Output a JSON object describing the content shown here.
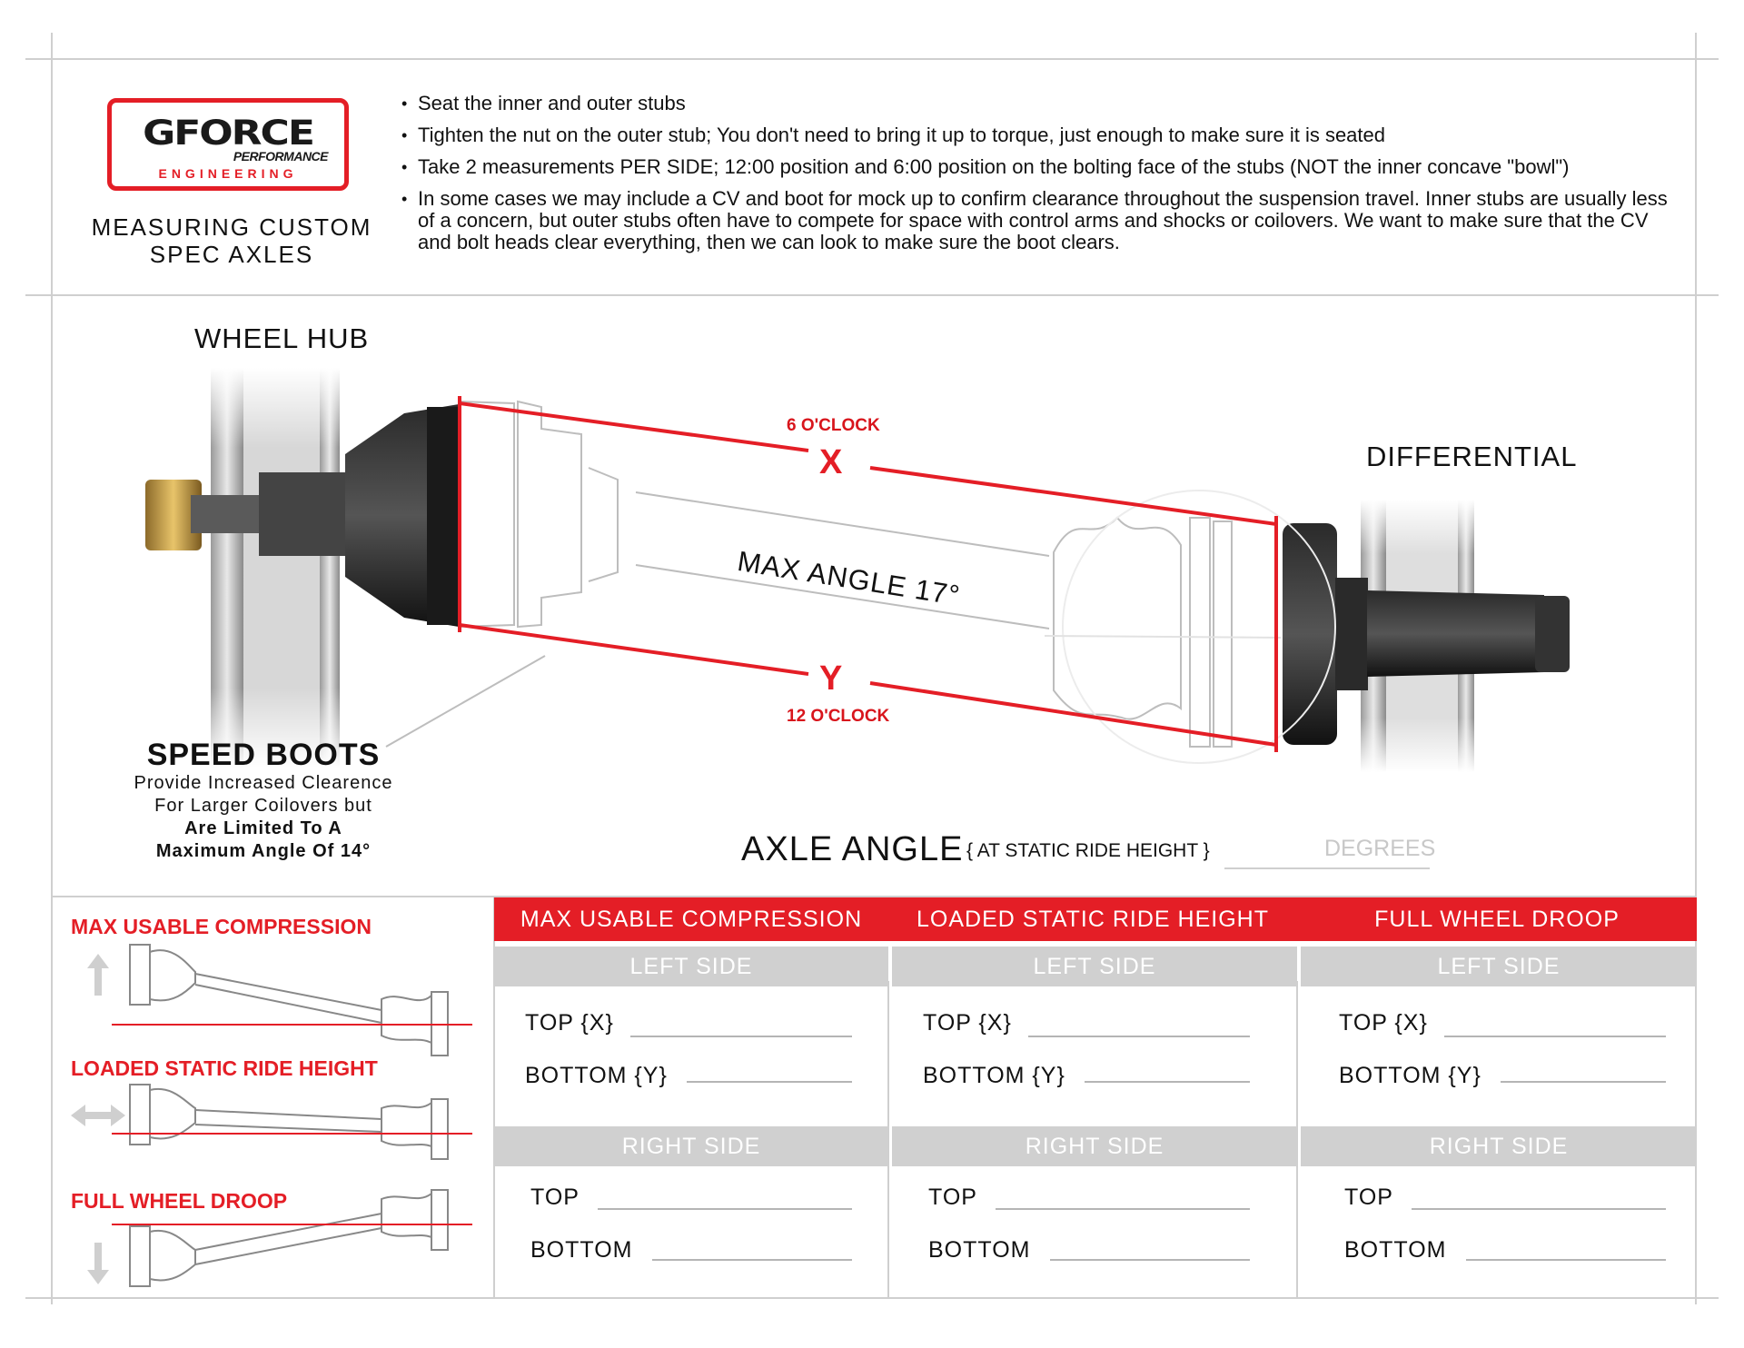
{
  "header": {
    "logo": {
      "main": "GFORCE",
      "sub": "PERFORMANCE",
      "eng": "ENGINEERING"
    },
    "title_line1": "MEASURING CUSTOM",
    "title_line2": "SPEC AXLES",
    "instructions": [
      "Seat the inner and outer stubs",
      "Tighten the nut on the outer stub; You don't need to bring it up to torque, just enough to make sure it is seated",
      "Take 2 measurements PER SIDE; 12:00 position and 6:00 position on the bolting face of the stubs (NOT the inner concave \"bowl\")",
      "In some cases we may include a CV and boot for mock up to confirm clearance throughout the suspension travel. Inner stubs are usually less of a concern, but outer stubs often have to compete for space with control arms and shocks or coilovers. We want to make sure that the CV and bolt heads clear everything, then we can look to make sure the boot clears."
    ]
  },
  "diagram": {
    "wheel_hub": "WHEEL HUB",
    "differential": "DIFFERENTIAL",
    "six_oclock": "6 O'CLOCK",
    "twelve_oclock": "12 O'CLOCK",
    "x_label": "X",
    "y_label": "Y",
    "max_angle": "MAX ANGLE 17°",
    "speed_boots_title": "SPEED BOOTS",
    "speed_boots_line1": "Provide Increased Clearence",
    "speed_boots_line2": "For Larger Coilovers but",
    "speed_boots_line3": "Are Limited To A",
    "speed_boots_line4": "Maximum Angle Of 14°",
    "axle_angle": "AXLE ANGLE",
    "axle_angle_note": "{ AT STATIC RIDE HEIGHT }",
    "degrees": "DEGREES",
    "accent_color": "#e41e26"
  },
  "legend": {
    "compression": "MAX USABLE COMPRESSION",
    "static": "LOADED STATIC RIDE HEIGHT",
    "droop": "FULL WHEEL DROOP",
    "icons": [
      "arrow-up-icon",
      "arrow-left-right-icon",
      "arrow-down-icon"
    ]
  },
  "table": {
    "columns": [
      {
        "title": "MAX USABLE COMPRESSION",
        "left": "LEFT SIDE",
        "right": "RIGHT SIDE"
      },
      {
        "title": "LOADED STATIC RIDE HEIGHT",
        "left": "LEFT SIDE",
        "right": "RIGHT SIDE"
      },
      {
        "title": "FULL WHEEL DROOP",
        "left": "LEFT SIDE",
        "right": "RIGHT SIDE"
      }
    ],
    "left_top": "TOP {X}",
    "left_bottom": "BOTTOM {Y}",
    "right_top": "TOP",
    "right_bottom": "BOTTOM"
  }
}
